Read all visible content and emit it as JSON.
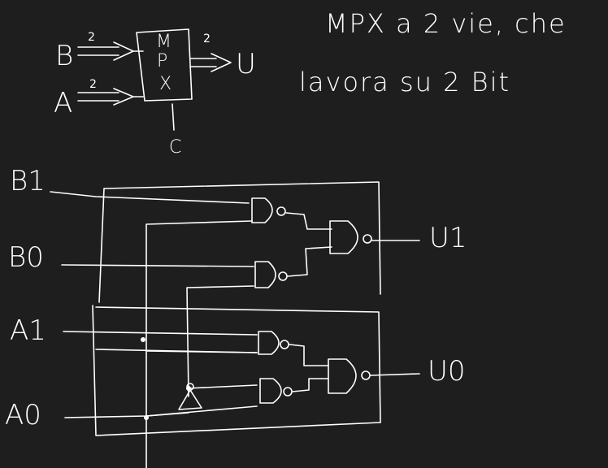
{
  "note": {
    "line1": "MPX a 2 vie, che",
    "line2": "lavora su 2 Bit"
  },
  "block": {
    "input_b": "B",
    "input_a": "A",
    "output": "U",
    "select": "C",
    "width_b": "2",
    "width_a": "2",
    "width_u": "2",
    "box_m": "M",
    "box_p": "P",
    "box_x": "X"
  },
  "circuit": {
    "in_b1": "B1",
    "in_b0": "B0",
    "in_a1": "A1",
    "in_a0": "A0",
    "out_u1": "U1",
    "out_u0": "U0"
  }
}
